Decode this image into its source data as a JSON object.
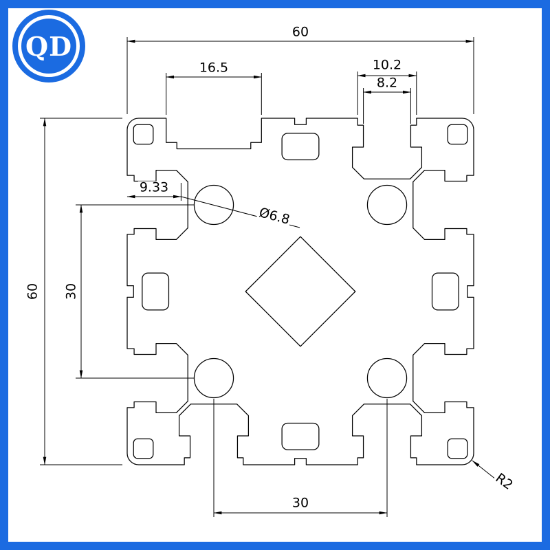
{
  "logo": {
    "text": "QD"
  },
  "colors": {
    "frame_blue": "#1b6be1",
    "line": "#000000",
    "background": "#ffffff"
  },
  "drawing": {
    "dimensions": {
      "top_width": "60",
      "top_left_slot_width": "16.5",
      "top_right_slot_outer_width": "10.2",
      "top_right_slot_opening": "8.2",
      "bore_offset": "9.33",
      "bore_diameter": "Ø6.8",
      "left_height": "60",
      "left_bore_spacing": "30",
      "bottom_bore_spacing": "30",
      "corner_radius": "R2"
    }
  }
}
